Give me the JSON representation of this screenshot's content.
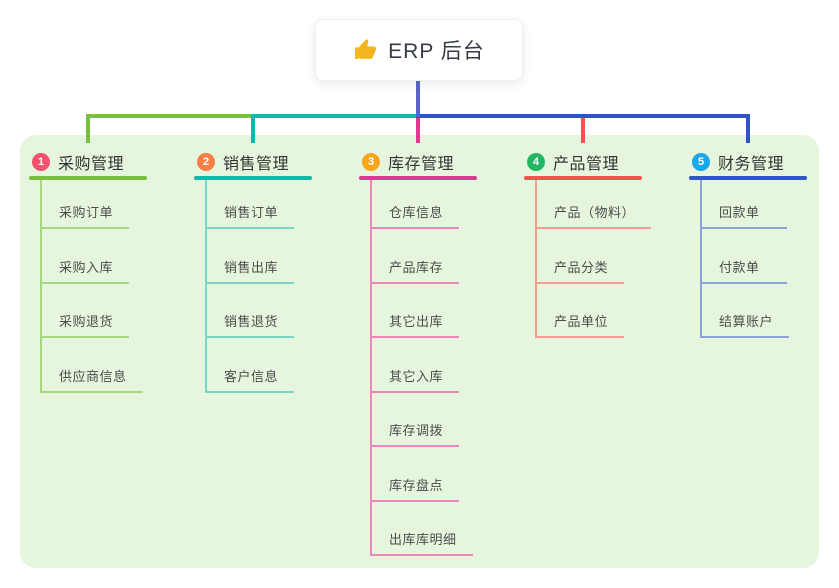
{
  "root": {
    "label": "ERP 后台",
    "icon": "thumbs-up-icon",
    "icon_color": "#f3b61f"
  },
  "colors": {
    "panel_bg": "#e6f6de",
    "root_connector": "#5a64c8",
    "card_bg": "#ffffff",
    "header_text": "#333333",
    "child_text": "#4c4c4c"
  },
  "branches": [
    {
      "num": "1",
      "label": "采购管理",
      "color": "#79c03f",
      "child_color": "#a9d77f",
      "badge_color": "#f4516d",
      "children": [
        "采购订单",
        "采购入库",
        "采购退货",
        "供应商信息"
      ]
    },
    {
      "num": "2",
      "label": "销售管理",
      "color": "#14b8ab",
      "child_color": "#7ed2c8",
      "badge_color": "#f57f45",
      "children": [
        "销售订单",
        "销售出库",
        "销售退货",
        "客户信息"
      ]
    },
    {
      "num": "3",
      "label": "库存管理",
      "color": "#d93a92",
      "child_color": "#ee85bb",
      "badge_color": "#f9a61a",
      "children": [
        "仓库信息",
        "产品库存",
        "其它出库",
        "其它入库",
        "库存调拨",
        "库存盘点",
        "出库库明细"
      ]
    },
    {
      "num": "4",
      "label": "产品管理",
      "color": "#f2544c",
      "child_color": "#f49b94",
      "badge_color": "#22b663",
      "children": [
        "产品（物料）",
        "产品分类",
        "产品单位"
      ]
    },
    {
      "num": "5",
      "label": "财务管理",
      "color": "#2f55c5",
      "child_color": "#8ca2d9",
      "badge_color": "#1ba7ea",
      "children": [
        "回款单",
        "付款单",
        "结算账户"
      ]
    }
  ]
}
